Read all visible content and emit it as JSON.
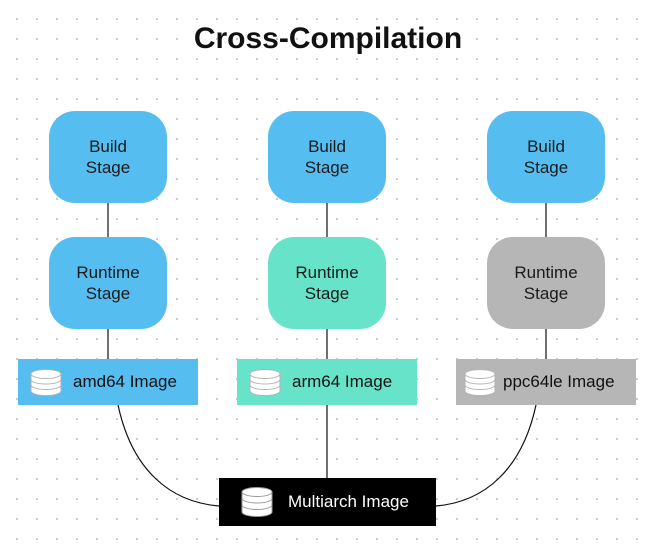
{
  "title": "Cross-Compilation",
  "colors": {
    "blue": "#56bdf0",
    "teal": "#67e3c9",
    "gray": "#b6b6b6",
    "black": "#000000"
  },
  "columns": [
    {
      "build": {
        "line1": "Build",
        "line2": "Stage"
      },
      "runtime": {
        "line1": "Runtime",
        "line2": "Stage"
      },
      "image": "amd64 Image"
    },
    {
      "build": {
        "line1": "Build",
        "line2": "Stage"
      },
      "runtime": {
        "line1": "Runtime",
        "line2": "Stage"
      },
      "image": "arm64 Image"
    },
    {
      "build": {
        "line1": "Build",
        "line2": "Stage"
      },
      "runtime": {
        "line1": "Runtime",
        "line2": "Stage"
      },
      "image": "ppc64le Image"
    }
  ],
  "multiarch": "Multiarch Image",
  "icons": {
    "image": "database-icon"
  }
}
